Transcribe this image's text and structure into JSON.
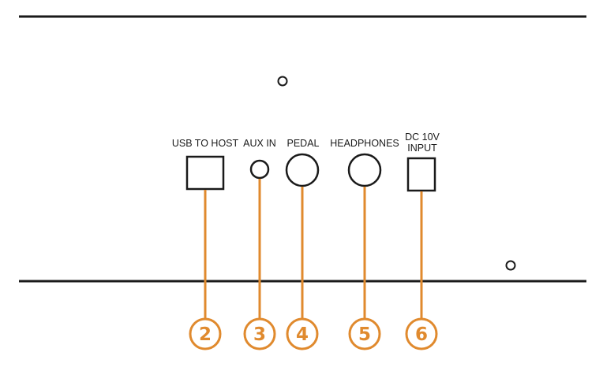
{
  "colors": {
    "line": "#1a1a1a",
    "callout": "#e08a2e",
    "background": "#ffffff"
  },
  "ports": {
    "usb": {
      "label": "USB TO HOST",
      "callout": "2"
    },
    "aux": {
      "label": "AUX IN",
      "callout": "3"
    },
    "pedal": {
      "label": "PEDAL",
      "callout": "4"
    },
    "headphones": {
      "label": "HEADPHONES",
      "callout": "5"
    },
    "dc": {
      "label_line1": "DC 10V",
      "label_line2": "INPUT",
      "callout": "6"
    }
  }
}
